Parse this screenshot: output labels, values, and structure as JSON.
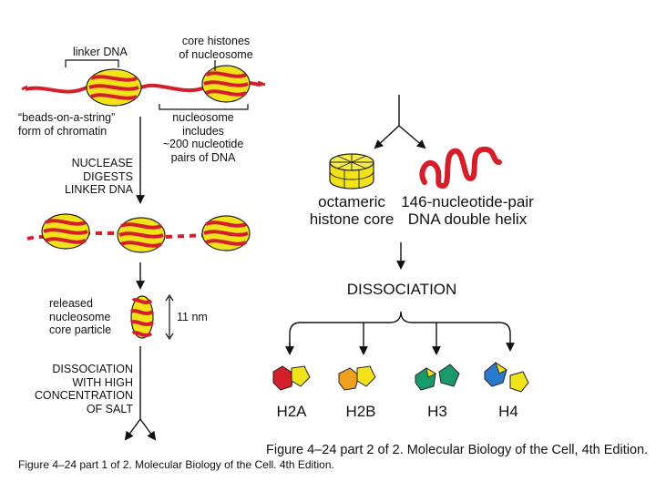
{
  "part1": {
    "linker_dna": "linker DNA",
    "core_histones": [
      "core histones",
      "of nucleosome"
    ],
    "beads_on_string": [
      "“beads-on-a-string”",
      "form of chromatin"
    ],
    "nucleosome_includes": [
      "nucleosome",
      "includes",
      "~200 nucleotide",
      "pairs of DNA"
    ],
    "nuclease_step": [
      "NUCLEASE",
      "DIGESTS",
      "LINKER DNA"
    ],
    "released_particle": [
      "released",
      "nucleosome",
      "core particle"
    ],
    "size_label": "11 nm",
    "salt_step": [
      "DISSOCIATION",
      "WITH HIGH",
      "CONCENTRATION",
      "OF SALT"
    ],
    "caption": "Figure 4–24 part 1 of 2. Molecular Biology of the Cell. 4th Edition."
  },
  "part2": {
    "octamer": [
      "octameric",
      "histone core"
    ],
    "dna_helix": [
      "146-nucleotide-pair",
      "DNA double helix"
    ],
    "dissociation": "DISSOCIATION",
    "histones": [
      "H2A",
      "H2B",
      "H3",
      "H4"
    ],
    "caption": "Figure 4–24 part 2 of 2. Molecular Biology of the Cell, 4th Edition."
  },
  "colors": {
    "dna": "#d41e2a",
    "histone": "#f2e21a",
    "outline": "#222222",
    "h2a": "#d41e2a",
    "h2b": "#f0a020",
    "h3": "#1a9a6a",
    "h4": "#2a7ad0"
  }
}
